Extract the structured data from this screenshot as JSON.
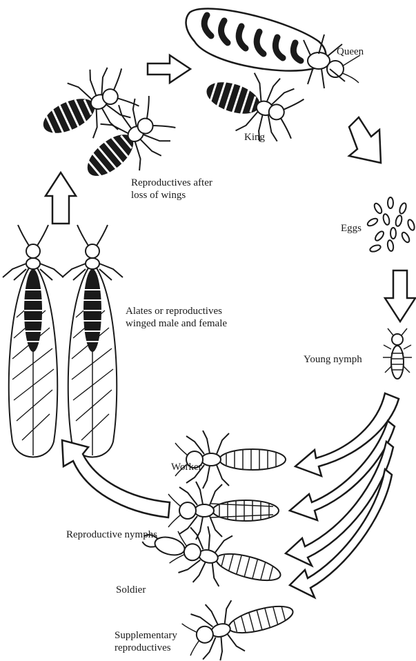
{
  "labels": {
    "queen": "Queen",
    "king": "King",
    "eggs": "Eggs",
    "young_nymph": "Young nymph",
    "worker": "Worker",
    "reproductive_nymphs": "Reproductive nymphs",
    "soldier": "Soldier",
    "supplementary_reproductives": "Supplementary\nreproductives",
    "alates": "Alates or reproductives\nwinged male and female",
    "reproductives_after_wings": "Reproductives after\nloss of wings"
  },
  "colors": {
    "ink": "#1a1a1a",
    "background": "#ffffff"
  },
  "icons": [
    "queen-termite-icon",
    "king-termite-icon",
    "eggs-icon",
    "young-nymph-icon",
    "worker-termite-icon",
    "reproductive-nymph-icon",
    "soldier-termite-icon",
    "supplementary-reproductive-icon",
    "winged-alate-icon",
    "dealate-reproductive-icon",
    "cycle-arrow-icon"
  ]
}
